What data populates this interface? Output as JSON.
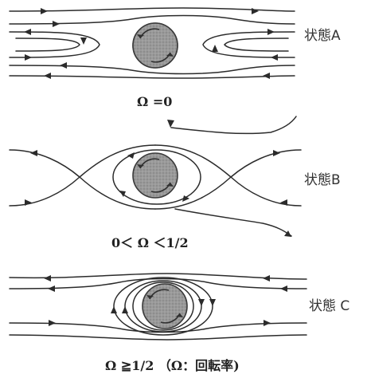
{
  "states": [
    {
      "label": "状態A",
      "condition": "Ω =0"
    },
    {
      "label": "状態B",
      "condition": "0＜ Ω ＜1/2"
    },
    {
      "label": "状態 C",
      "condition": "Ω ≧1/2 （Ω：回転率)"
    }
  ],
  "colors": {
    "line": "#2b2b2b",
    "cylinder_fill": "#9a9a9a",
    "text": "#333333"
  }
}
